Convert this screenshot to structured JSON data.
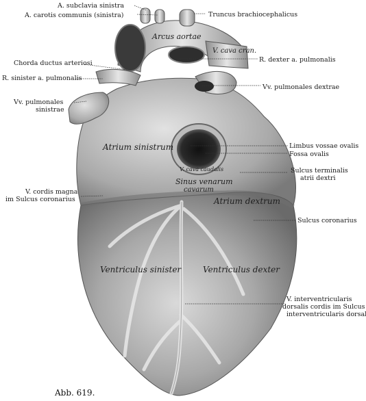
{
  "figure": {
    "caption": "Abb. 619."
  },
  "labels_outer": {
    "subclavia": "A. subclavia sinistra",
    "carotis": "A. carotis communis (sinistra)",
    "truncus": "Truncus brachiocephalicus",
    "chorda": "Chorda ductus arteriosi",
    "dexter_pulm": "R. dexter a. pulmonalis",
    "sinister_pulm": "R. sinister a. pulmonalis",
    "vv_pulm_dextrae": "Vv. pulmonales dextrae",
    "vv_pulm_sin_1": "Vv. pulmonales",
    "vv_pulm_sin_2": "sinistrae",
    "limbus": "Limbus vossae ovalis",
    "fossa": "Fossa ovalis",
    "sulcus_term_1": "Sulcus terminalis",
    "sulcus_term_2": "atrii dextri",
    "cordis_magna_1": "V. cordis magna",
    "cordis_magna_2": "im Sulcus coronarius",
    "sulcus_coronarius": "Sulcus coronarius",
    "interv_1": "V. interventricularis",
    "interv_2": "dorsalis cordis im Sulcus",
    "interv_3": "interventricularis dorsalis"
  },
  "labels_inner": {
    "arcus": "Arcus aortae",
    "vcava_cran": "V. cava cran.",
    "atrium_sin": "Atrium sinistrum",
    "vcava_caud": "V. cava caudalis",
    "sinus_1": "Sinus venarum",
    "sinus_2": "cavarum",
    "atrium_dex": "Atrium dextrum",
    "ventr_sin": "Ventriculus sinister",
    "ventr_dex": "Ventriculus dexter"
  }
}
